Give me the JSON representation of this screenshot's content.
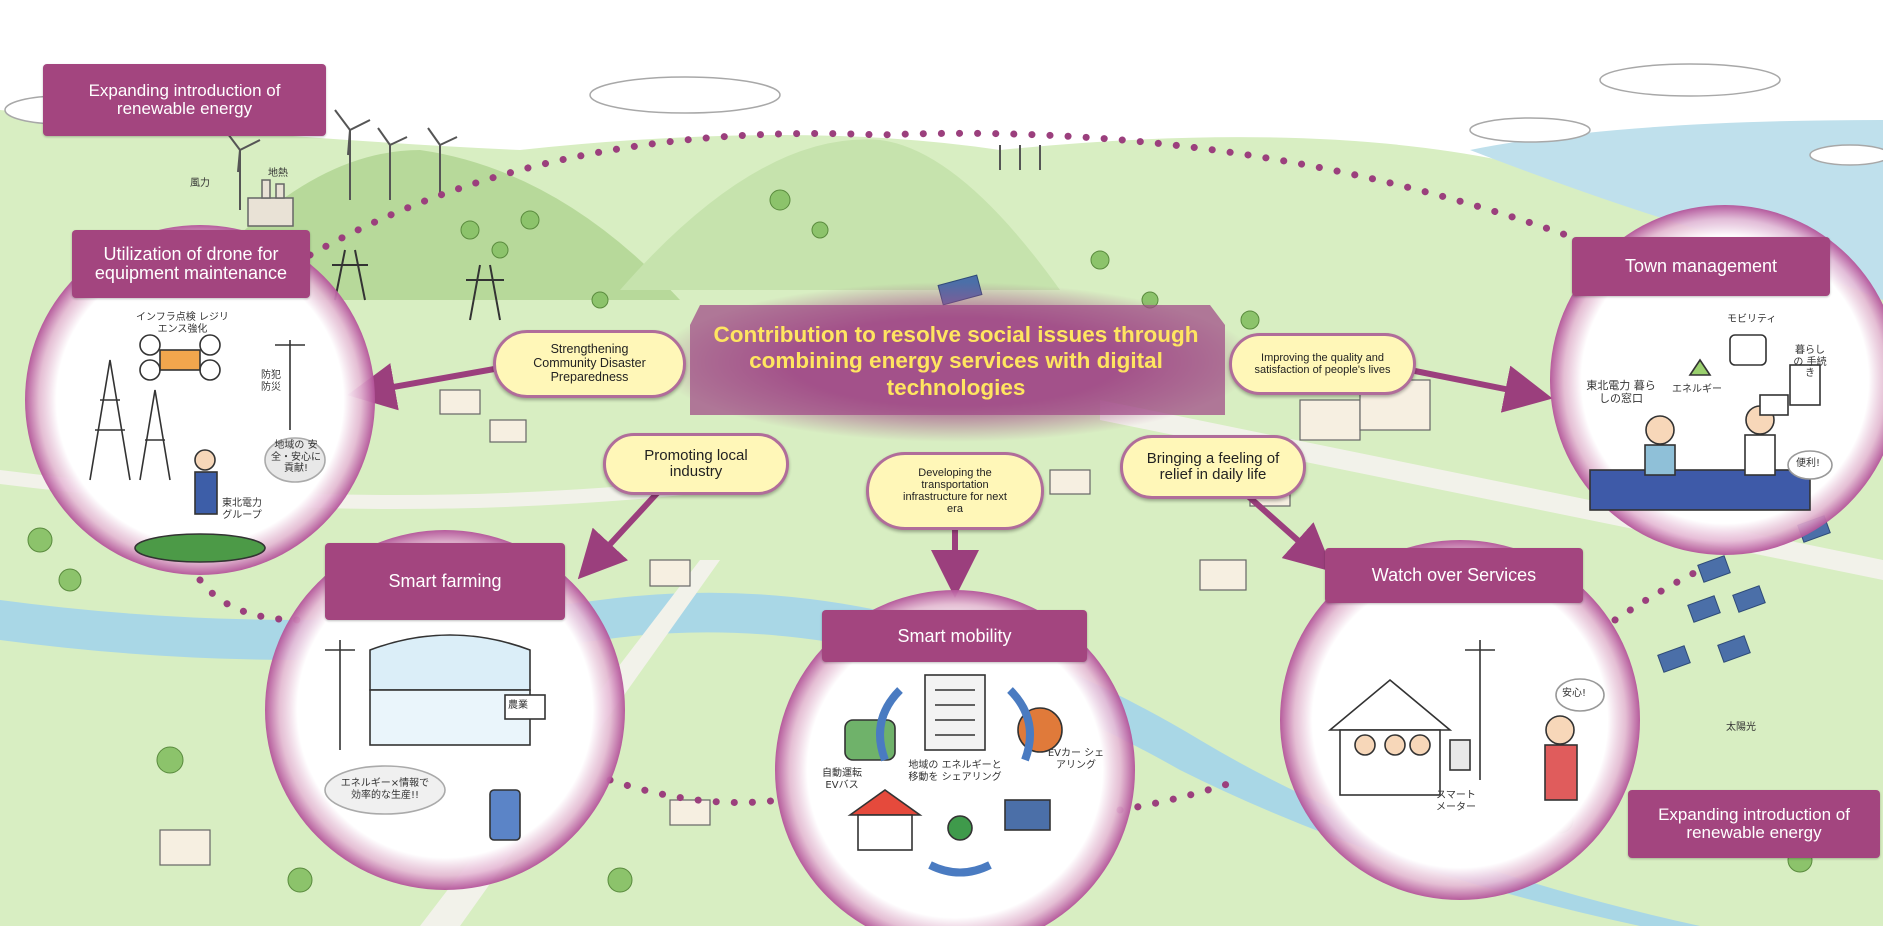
{
  "center": {
    "title": "Contribution to resolve social issues through combining energy services with digital technologies"
  },
  "labels": {
    "renewable_left": "Expanding introduction of renewable energy",
    "drone": "Utilization of drone for equipment maintenance",
    "smart_farming": "Smart farming",
    "smart_mobility": "Smart mobility",
    "watch_over": "Watch over Services",
    "town_management": "Town management",
    "renewable_right": "Expanding introduction of renewable energy"
  },
  "pills": {
    "disaster": "Strengthening Community Disaster Preparedness",
    "local_industry": "Promoting local industry",
    "transport": "Developing the transportation infrastructure for next era",
    "relief": "Bringing a feeling of relief in daily life",
    "quality": "Improving the quality and satisfaction of people's lives"
  },
  "jp_text": {
    "wind": "風力",
    "geothermal": "地熱",
    "infra": "インフラ点検 レジリエンス強化",
    "bousai": "防犯 防災",
    "anzen": "地域の 安全・安心に 貢献!",
    "tohoku_group": "東北電力 グループ",
    "farm_sign": "農業",
    "energy_info": "エネルギー×情報で 効率的な生産!!",
    "auto_bus": "自動運転 EVバス",
    "ev_car": "EVカー シェアリング",
    "sharing": "地域の エネルギーと移動を シェアリング",
    "anshin": "安心!",
    "smart_meter": "スマート メーター",
    "solar": "太陽光",
    "tohoku_window": "東北電力 暮らしの窓口",
    "energy": "エネルギー",
    "mobility": "モビリティ",
    "kurashi": "暮らしの 手続き",
    "benri": "便利!"
  },
  "colors": {
    "label_purple": "#a3457f",
    "pill_fill": "#fff7b8",
    "title_yellow": "#ffe560",
    "dot_purple": "#9b3f7d",
    "land_green": "#d8eec2",
    "sky": "#ffffff"
  }
}
